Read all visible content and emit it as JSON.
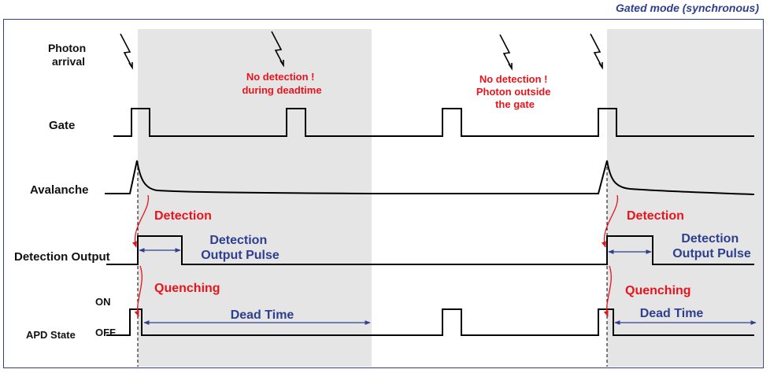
{
  "title": "Gated mode (synchronous)",
  "rows": {
    "photon": [
      "Photon",
      "arrival"
    ],
    "gate": "Gate",
    "avalanche": "Avalanche",
    "output": "Detection Output",
    "apd": "APD State",
    "on": "ON",
    "off": "OFF"
  },
  "notes": {
    "deadtime": [
      "No detection !",
      "during deadtime"
    ],
    "outside": [
      "No detection !",
      "Photon outside",
      "the gate"
    ]
  },
  "annotations": {
    "detection": "Detection",
    "quenching": "Quenching",
    "pulse": [
      "Detection",
      "Output Pulse"
    ],
    "dead_time": "Dead Time"
  },
  "colors": {
    "red": "#e8141c",
    "blue": "#2e3f8f",
    "shade": "#e5e5e5"
  }
}
